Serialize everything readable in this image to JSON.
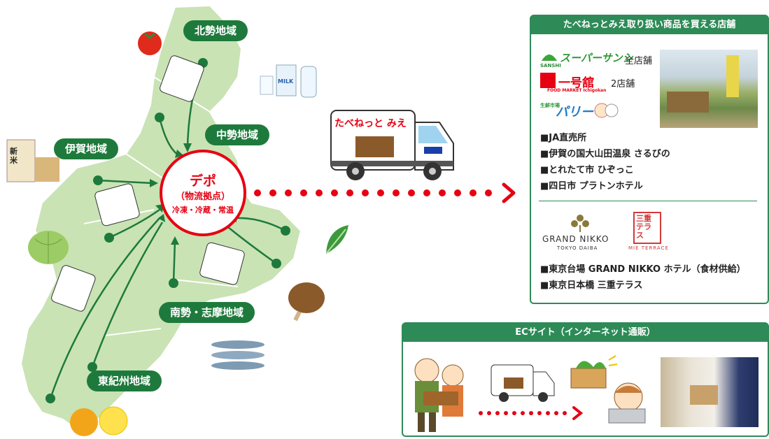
{
  "regions": {
    "hokusei": "北勢地域",
    "chusei": "中勢地域",
    "iga": "伊賀地域",
    "nansei_shima": "南勢・志摩地域",
    "higashikishu": "東紀州地域"
  },
  "depot": {
    "title": "デポ",
    "subtitle": "（物流拠点）",
    "temps": "冷凍・冷蔵・常温"
  },
  "van": {
    "logo": "たべねっと みえ"
  },
  "stores_panel": {
    "title": "たべねっとみえ取り扱い商品を買える店舗",
    "sanshi": {
      "small": "SANSHI",
      "brand": "スーパーサンシ",
      "count": "全店舗"
    },
    "ichigokan": {
      "brand": "一号舘",
      "sub": "FOOD MARKET Ichigokan",
      "count": "2店舗"
    },
    "perry": {
      "small": "生鮮市場",
      "brand": "パリー"
    },
    "list": [
      "■JA直売所",
      "■伊賀の国大山田温泉 さるびの",
      "■とれたて市 ひぞっこ",
      "■四日市 プラトンホテル"
    ],
    "grand_nikko": {
      "line1": "GRAND NIKKO",
      "line2": "TOKYO DAIBA"
    },
    "mie_terrace": {
      "jp": "三重テラス",
      "en": "MIE TERRACE"
    },
    "list2": [
      "■東京台場 GRAND NIKKO ホテル（食材供給）",
      "■東京日本橋 三重テラス"
    ]
  },
  "ec_panel": {
    "title": "ECサイト（インターネット通販）"
  },
  "milk_label": "MILK",
  "rice_label": "新米",
  "colors": {
    "green": "#1e7a3c",
    "red": "#e60012",
    "map": "#c9e3b4"
  }
}
